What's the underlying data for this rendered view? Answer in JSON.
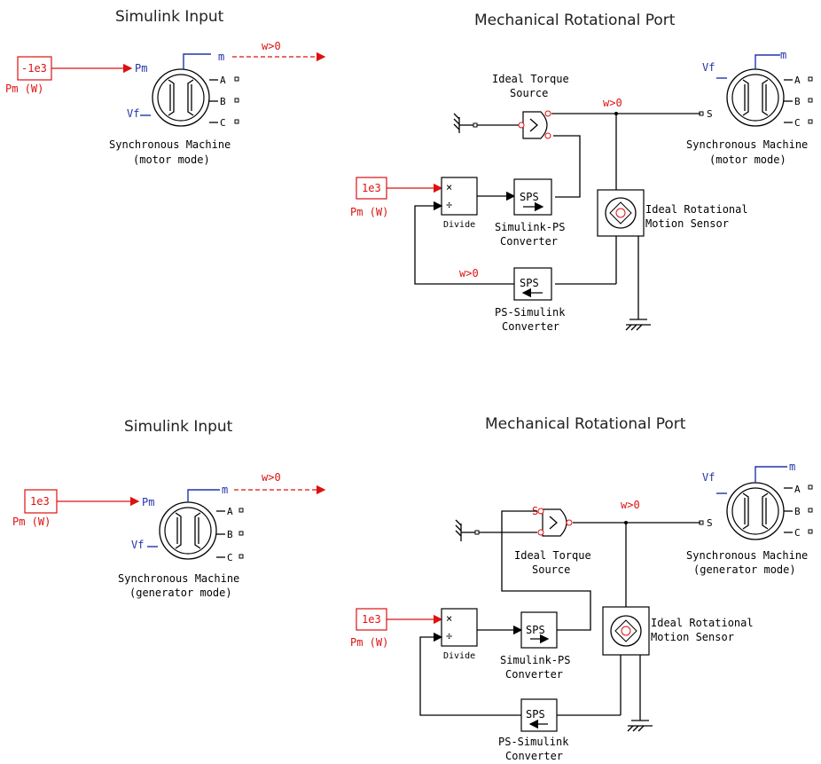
{
  "sections": {
    "top_left_title": "Simulink Input",
    "top_right_title": "Mechanical Rotational Port",
    "bottom_left_title": "Simulink Input",
    "bottom_right_title": "Mechanical Rotational Port"
  },
  "top_left": {
    "constant_value": "-1e3",
    "constant_label": "Pm (W)",
    "pm_port": "Pm",
    "vf_port": "Vf",
    "m_port": "m",
    "a_port": "A",
    "b_port": "B",
    "c_port": "C",
    "w_label": "w>0",
    "machine_line1": "Synchronous Machine",
    "machine_line2": "(motor mode)"
  },
  "top_right": {
    "torque_line1": "Ideal Torque",
    "torque_line2": "Source",
    "w_label_top": "w>0",
    "s_port": "S",
    "vf_port": "Vf",
    "m_port": "m",
    "a_port": "A",
    "b_port": "B",
    "c_port": "C",
    "machine_line1": "Synchronous Machine",
    "machine_line2": "(motor mode)",
    "constant_value": "1e3",
    "constant_label": "Pm (W)",
    "divide_label": "Divide",
    "sps_text": "SPS",
    "sps_line1": "Simulink-PS",
    "sps_line2": "Converter",
    "sensor_line1": "Ideal Rotational",
    "sensor_line2": "Motion Sensor",
    "w_label_fb": "w>0",
    "ps_text": "SPS",
    "ps_line1": "PS-Simulink",
    "ps_line2": "Converter"
  },
  "bottom_left": {
    "constant_value": "1e3",
    "constant_label": "Pm (W)",
    "pm_port": "Pm",
    "vf_port": "Vf",
    "m_port": "m",
    "a_port": "A",
    "b_port": "B",
    "c_port": "C",
    "w_label": "w>0",
    "machine_line1": "Synchronous Machine",
    "machine_line2": "(generator mode)"
  },
  "bottom_right": {
    "torque_line1": "Ideal Torque",
    "torque_line2": "Source",
    "w_label_top": "w>0",
    "s_port": "S",
    "vf_port": "Vf",
    "m_port": "m",
    "a_port": "A",
    "b_port": "B",
    "c_port": "C",
    "machine_line1": "Synchronous Machine",
    "machine_line2": "(generator mode)",
    "constant_value": "1e3",
    "constant_label": "Pm (W)",
    "divide_label": "Divide",
    "sps_text": "SPS",
    "sps_line1": "Simulink-PS",
    "sps_line2": "Converter",
    "sensor_line1": "Ideal Rotational",
    "sensor_line2": "Motion Sensor",
    "ps_text": "SPS",
    "ps_line1": "PS-Simulink",
    "ps_line2": "Converter"
  },
  "colors": {
    "signal_red": "#dd1111",
    "port_blue": "#2233aa",
    "wire_black": "#000000"
  }
}
